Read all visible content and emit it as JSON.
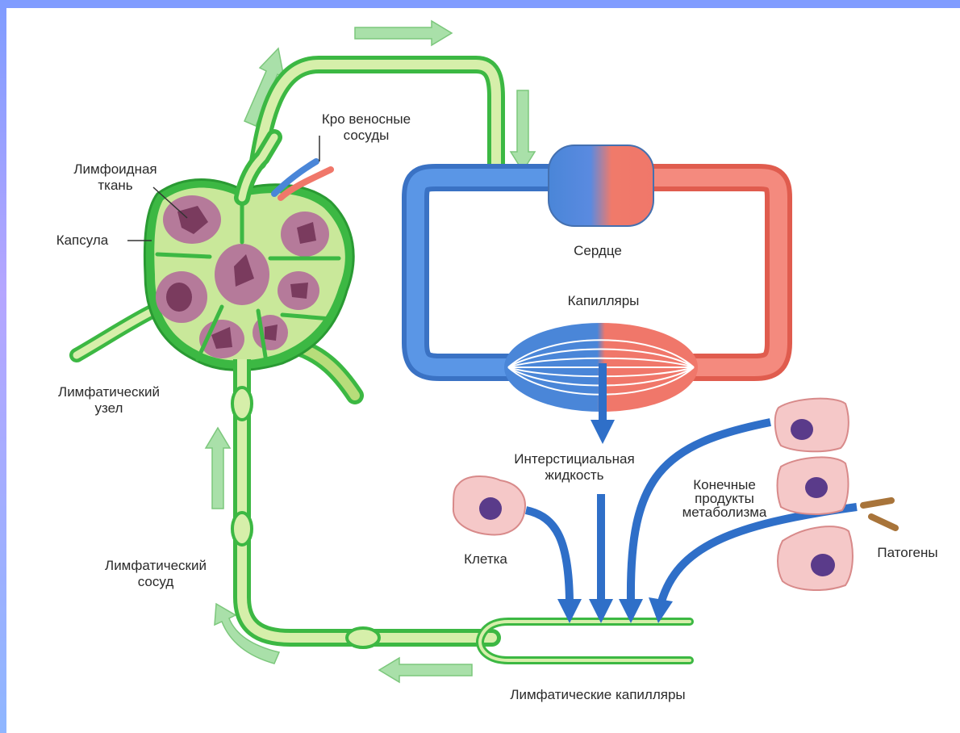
{
  "labels": {
    "blood_vessels_1": "Кро веносные",
    "blood_vessels_2": "сосуды",
    "lymphoid_1": "Лимфоидная",
    "lymphoid_2": "ткань",
    "capsule": "Капсула",
    "node_1": "Лимфатический",
    "node_2": "узел",
    "heart": "Сердце",
    "capillaries": "Капилляры",
    "interstitial_1": "Интерстициальная",
    "interstitial_2": "жидкость",
    "metabolism_1": "Конечные",
    "metabolism_2": "продукты",
    "metabolism_3": "метаболизма",
    "cell": "Клетка",
    "pathogens": "Патогены",
    "vessel_1": "Лимфатический",
    "vessel_2": "сосуд",
    "lymph_capillaries": "Лимфатические капилляры"
  },
  "colors": {
    "lymph_green": "#3cb843",
    "lymph_fill": "#c9e89a",
    "blood_blue": "#4a86d8",
    "blood_red": "#f0776a",
    "flow_arrow": "#8fd68f",
    "tissue_purple": "#8a4a6e",
    "cell_pink": "#f5c8c8",
    "pathogen_brown": "#a8743a"
  }
}
